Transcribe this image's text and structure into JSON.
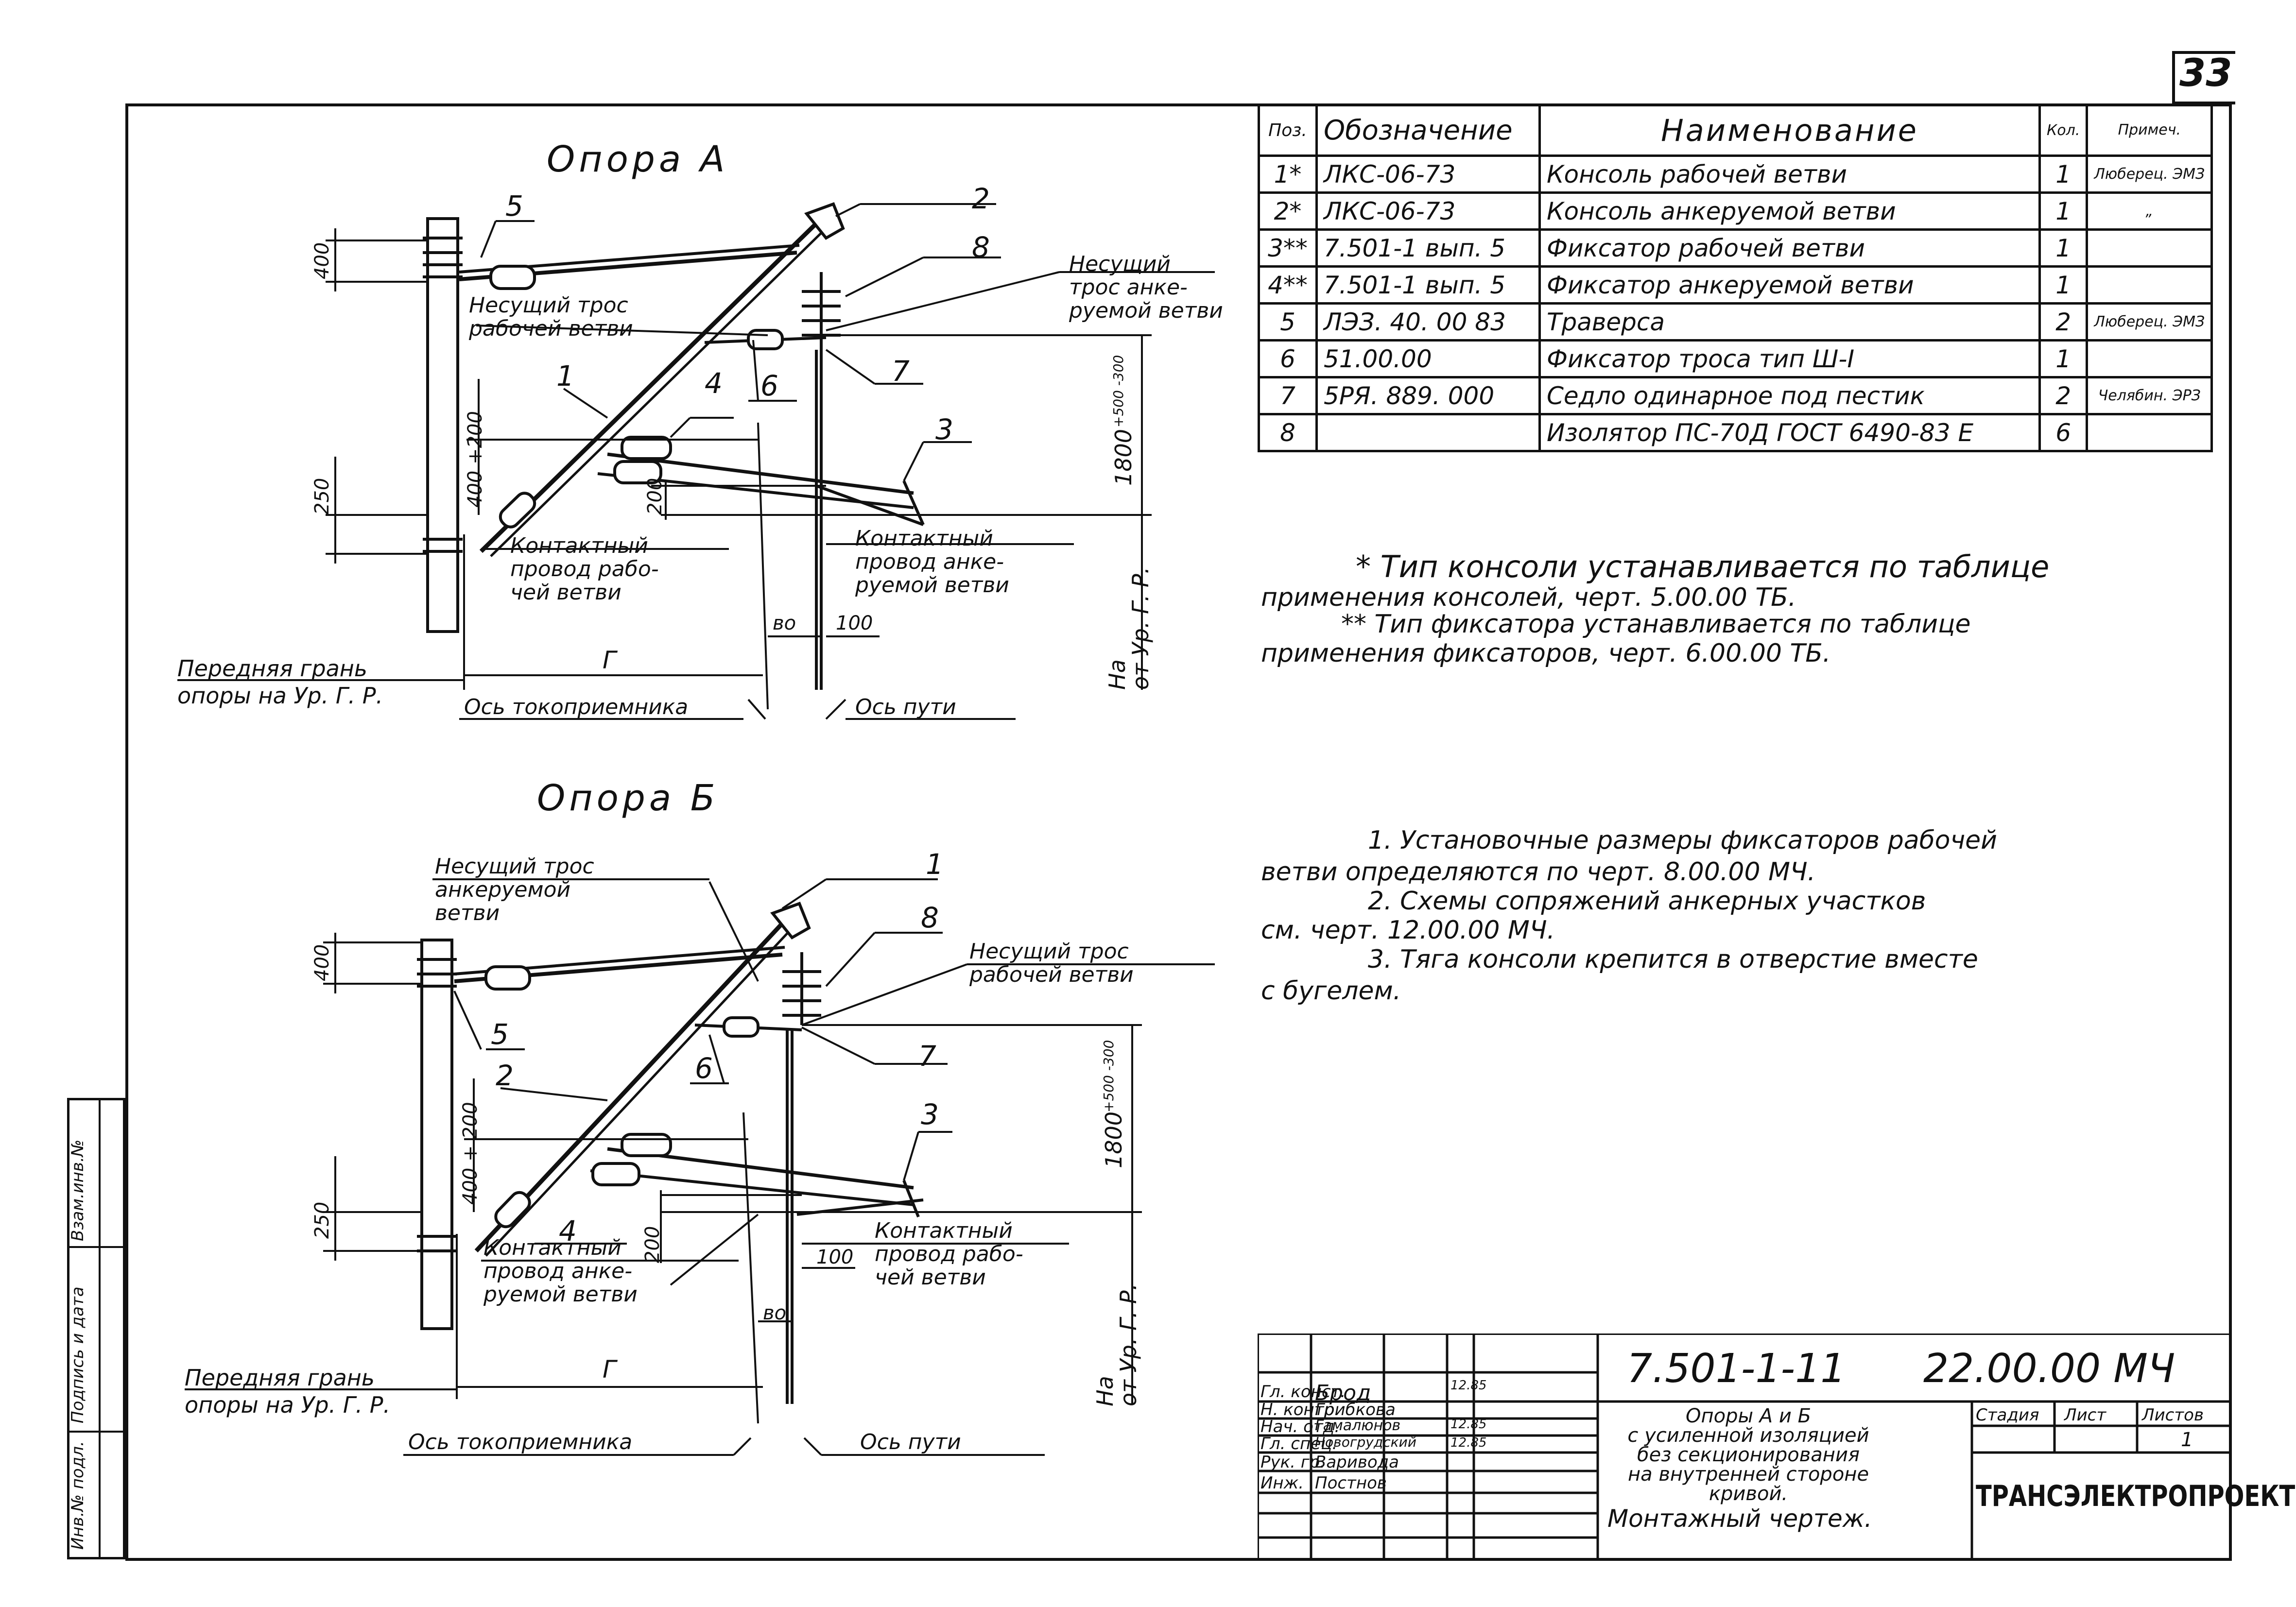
{
  "page_number": "33",
  "sidebar": {
    "inv_no": "Взам.инв.№",
    "sign_date": "Подпись и дата",
    "orig_no": "Инв.№ подл."
  },
  "drawing_a": {
    "title": "Опора А",
    "callouts": [
      "5",
      "2",
      "8",
      "1",
      "4",
      "6",
      "7",
      "3"
    ],
    "labels": {
      "carrier_work": "Несущий трос\nрабочей ветви",
      "carrier_anchor": "Несущий\nтрос анке-\nруемой ветви",
      "contact_work": "Контактный\nпровод рабо-\nчей ветви",
      "contact_anchor": "Контактный\nпровод анке-\nруемой ветви",
      "front_face": "Передняя грань\nопоры на Ур. Г. Р.",
      "axis_pantograph": "Ось токоприемника",
      "axis_track": "Ось пути",
      "G": "Г",
      "Ha": "На\nот Ур. Г. Р."
    },
    "dims": {
      "d400": "400",
      "d250": "250",
      "d400p200": "400 +200",
      "d200": "200",
      "d1800": "1800",
      "dtol": "+500 -300",
      "bo": "во",
      "d100": "100"
    }
  },
  "drawing_b": {
    "title": "Опора Б",
    "callouts": [
      "1",
      "8",
      "5",
      "6",
      "2",
      "7",
      "3",
      "4"
    ],
    "labels": {
      "carrier_anchor": "Несущий трос\nанкеруемой\nветви",
      "carrier_work": "Несущий трос\nрабочей ветви",
      "contact_anchor": "Контактный\nпровод анке-\nруемой ветви",
      "contact_work": "Контактный\nпровод рабо-\nчей ветви",
      "front_face": "Передняя грань\nопоры на Ур. Г. Р.",
      "axis_pantograph": "Ось токоприемника",
      "axis_track": "Ось пути",
      "G": "Г",
      "Ha": "На\nот Ур. Г. Р."
    },
    "dims": {
      "d400": "400",
      "d250": "250",
      "d400p200": "400 + 200",
      "d200": "200",
      "d1800": "1800",
      "dtol": "+500 -300",
      "bo": "во",
      "d100": "100"
    }
  },
  "spec_table": {
    "headers": [
      "Поз.",
      "Обозначение",
      "Наименование",
      "Кол.",
      "Примеч."
    ],
    "rows": [
      [
        "1*",
        "ЛКС-06-73",
        "Консоль рабочей ветви",
        "1",
        "Люберец. ЭМЗ"
      ],
      [
        "2*",
        "ЛКС-06-73",
        "Консоль анкеруемой ветви",
        "1",
        "„"
      ],
      [
        "3**",
        "7.501-1 вып. 5",
        "Фиксатор рабочей ветви",
        "1",
        ""
      ],
      [
        "4**",
        "7.501-1 вып. 5",
        "Фиксатор анкеруемой ветви",
        "1",
        ""
      ],
      [
        "5",
        "ЛЭЗ. 40. 00 83",
        "Траверса",
        "2",
        "Люберец. ЭМЗ"
      ],
      [
        "6",
        "51.00.00",
        "Фиксатор троса тип Ш-I",
        "1",
        ""
      ],
      [
        "7",
        "5РЯ. 889. 000",
        "Седло одинарное под пестик",
        "2",
        "Челябин. ЭРЗ"
      ],
      [
        "8",
        "",
        "Изолятор ПС-70Д ГОСТ 6490-83 Е",
        "6",
        ""
      ]
    ]
  },
  "footnotes": [
    "* Тип консоли устанавливается по таблице",
    "применения консолей, черт. 5.00.00 ТБ.",
    "** Тип фиксатора устанавливается по таблице",
    "применения фиксаторов, черт. 6.00.00 ТБ."
  ],
  "notes": [
    "1. Установочные размеры фиксаторов рабочей",
    "ветви определяются по черт. 8.00.00 МЧ.",
    "2. Схемы сопряжений анкерных участков",
    "см. черт. 12.00.00 МЧ.",
    "3. Тяга консоли крепится в отверстие вместе",
    "с бугелем."
  ],
  "title_block": {
    "code": "7.501-1-11",
    "drawing_no": "22.00.00 МЧ",
    "roles": [
      "Гл. конст.",
      "Н. контр.",
      "Нач. отд.",
      "Гл. спец.",
      "Рук. гр.",
      "Инж."
    ],
    "names": [
      "Брод",
      "Грибкова",
      "Гамалюнов",
      "Новогрудский",
      "Варивода",
      "Постнов"
    ],
    "dates": [
      "12.85",
      "",
      "12.85",
      "12.85",
      "",
      ""
    ],
    "description": "Опоры А и Б\nс усиленной изоляцией\nбез секционирования\nна внутренней стороне\nкривой.",
    "drawing_type": "Монтажный чертеж.",
    "stage_label": "Стадия",
    "sheet_label": "Лист",
    "sheets_label": "Листов",
    "sheets_value": "1",
    "organization": "ТРАНСЭЛЕКТРОПРОЕКТ"
  }
}
